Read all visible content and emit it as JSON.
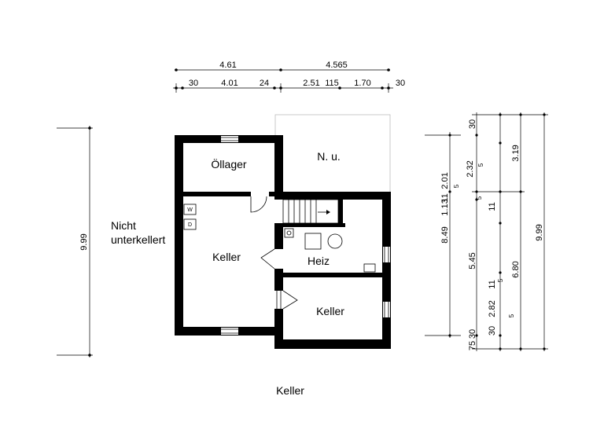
{
  "title": "Keller",
  "side_note": [
    "Nicht",
    "unterkellert"
  ],
  "rooms": {
    "oellager": "Öllager",
    "nu": "N. u.",
    "keller_left": "Keller",
    "heiz": "Heiz",
    "keller_right": "Keller"
  },
  "fixtures": {
    "washer": "W",
    "dryer": "D"
  },
  "dims_top": {
    "row1": [
      "4.61",
      "4.565"
    ],
    "row2": [
      "30",
      "4.01",
      "24",
      "2.51",
      "115",
      "1.70",
      "30"
    ]
  },
  "dims_left": {
    "total": "9.99"
  },
  "dims_right": {
    "col1": [
      "2.01",
      "11",
      "1.13",
      "5",
      "8.49",
      "75",
      "30"
    ],
    "col2": [
      "30",
      "2.32",
      "5",
      "11",
      "5",
      "5.45",
      "11",
      "5",
      "30",
      "2.82"
    ],
    "col3": [
      "3.19",
      "6.80",
      "5"
    ],
    "col4": [
      "9.99"
    ]
  }
}
